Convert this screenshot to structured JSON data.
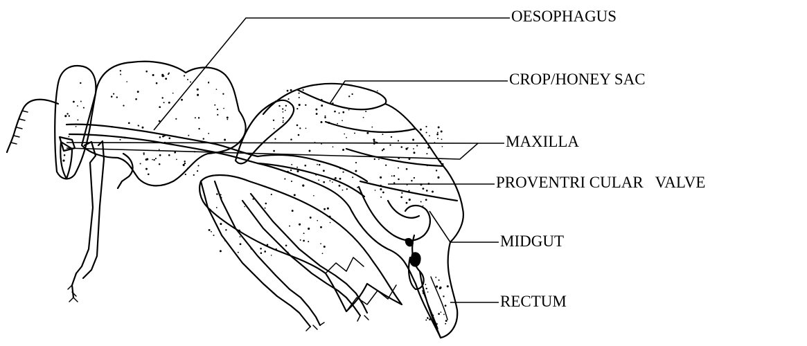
{
  "labels": {
    "oesophagus": "OESOPHAGUS",
    "crop": "CROP/HONEY SAC",
    "maxilla": "MAXILLA",
    "proventricular": "PROVENTRI CULAR   VALVE",
    "midgut": "MIDGUT",
    "rectum": "RECTUM"
  },
  "colors": {
    "ink": "#000000",
    "background": "#ffffff"
  }
}
